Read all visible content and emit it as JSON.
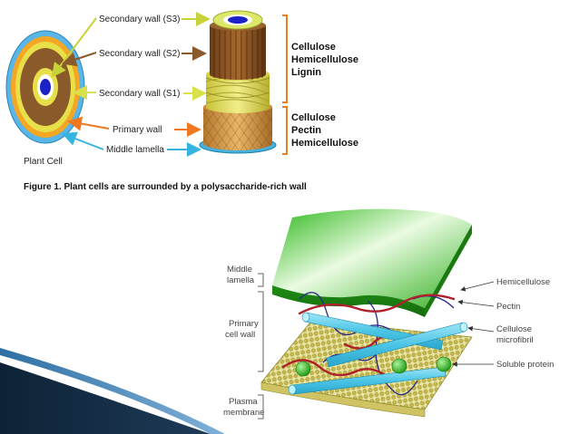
{
  "figure1": {
    "labels": {
      "s3": "Secondary wall (S3)",
      "s2": "Secondary wall (S2)",
      "s1": "Secondary wall (S1)",
      "primary": "Primary wall",
      "middle": "Middle lamella",
      "plant_cell": "Plant Cell"
    },
    "secondary_components": [
      "Cellulose",
      "Hemicellulose",
      "Lignin"
    ],
    "primary_components": [
      "Cellulose",
      "Pectin",
      "Hemicellulose"
    ],
    "caption": "Figure 1. Plant cells are surrounded by a polysaccharide-rich wall"
  },
  "figure2": {
    "left_labels": {
      "middle_1": "Middle",
      "middle_2": "lamella",
      "primary_1": "Primary",
      "primary_2": "cell wall",
      "plasma_1": "Plasma",
      "plasma_2": "membrane"
    },
    "right_labels": {
      "hemicellulose": "Hemicellulose",
      "pectin": "Pectin",
      "cellulose_1": "Cellulose",
      "cellulose_2": "microfibril",
      "soluble_protein": "Soluble protein"
    }
  },
  "colors": {
    "s3_arrow": "#c8d23a",
    "s2_arrow": "#8b5a2b",
    "s1_arrow": "#d8e04a",
    "primary_arrow": "#f07820",
    "middle_arrow": "#35b4e0",
    "bracket": "#e67e22",
    "green_sheet": "#3fc62a",
    "microfibril": "#5fcdea",
    "pectin": "#b0202a",
    "hemicellulose": "#2a2a8a"
  }
}
